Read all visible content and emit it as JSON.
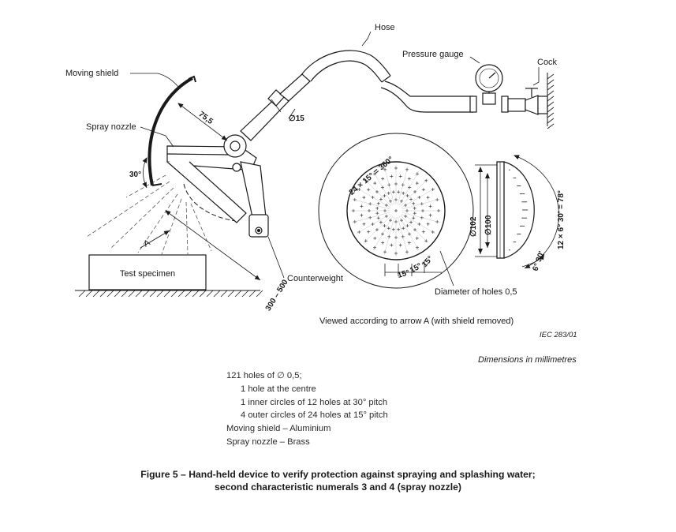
{
  "labels": {
    "hose": "Hose",
    "pressure_gauge": "Pressure gauge",
    "cock": "Cock",
    "moving_shield": "Moving shield",
    "spray_nozzle": "Spray nozzle",
    "test_specimen": "Test specimen",
    "counterweight": "Counterweight",
    "arrow_a": "A",
    "diameter_holes": "Diameter of holes 0,5",
    "viewed": "Viewed according to arrow A (with shield removed)"
  },
  "dimensions": {
    "d15": "∅15",
    "r75": "75,5",
    "a30": "30°",
    "dist": "300 – 500",
    "pitch": "24 × 15° = 360°",
    "d102": "∅102",
    "d100": "∅100",
    "right_arc": "12 × 6° 30' = 78°",
    "right_small": "6° 30'",
    "p1": "15°",
    "p2": "15°",
    "p3": "15°"
  },
  "ref": "IEC   283/01",
  "units_note": "Dimensions in millimetres",
  "notes": {
    "line1": "121 holes of ∅ 0,5;",
    "line2": "1 hole at the centre",
    "line3": "1 inner circles of 12 holes at 30° pitch",
    "line4": "4 outer circles of 24 holes at 15° pitch",
    "line5": "Moving shield – Aluminium",
    "line6": "Spray nozzle – Brass"
  },
  "figure_title": {
    "line1": "Figure 5 – Hand-held device to verify protection against spraying and splashing water;",
    "line2": "second characteristic numerals 3 and 4 (spray nozzle)"
  }
}
